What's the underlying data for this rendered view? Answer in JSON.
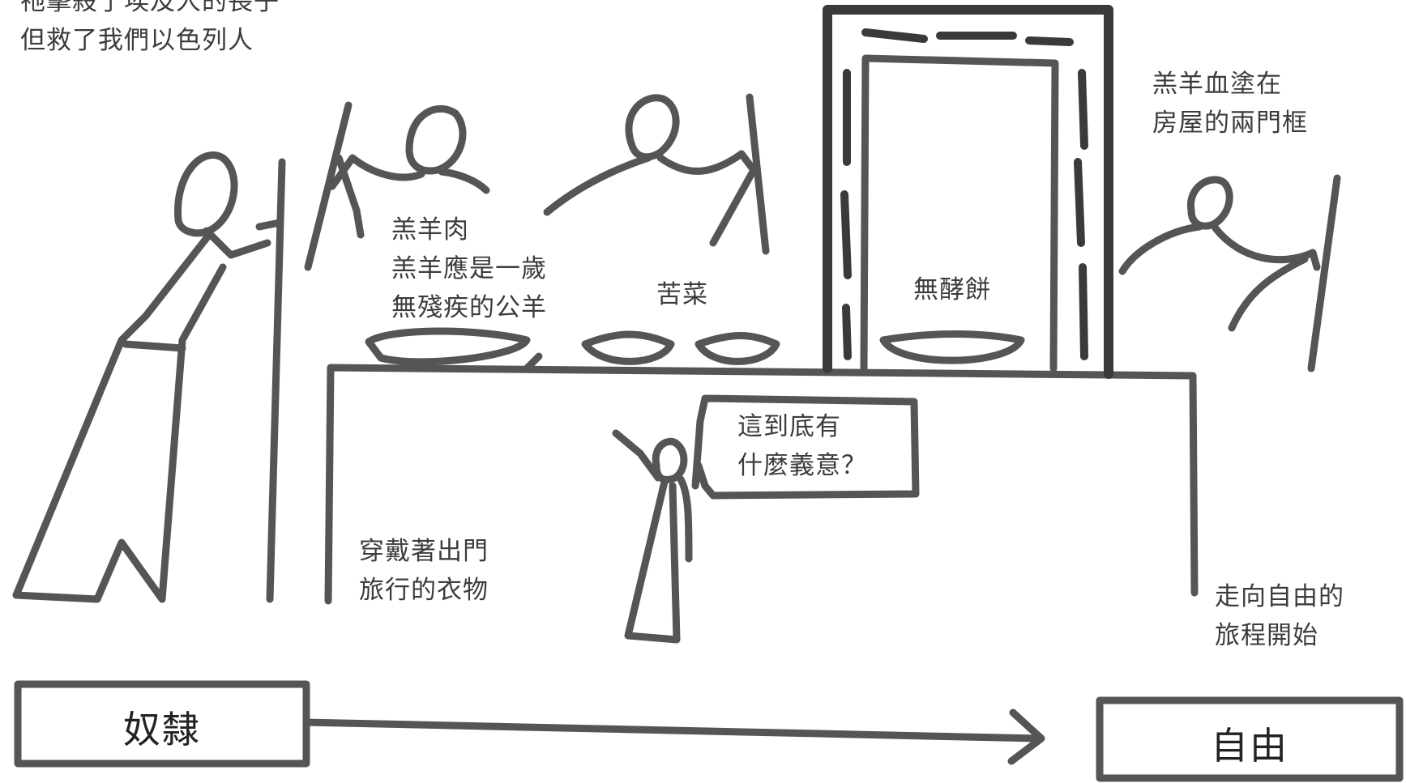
{
  "caption_top": [
    "祂擊殺了埃及人的長子",
    "但救了我們以色列人"
  ],
  "blood_note": [
    "羔羊血塗在",
    "房屋的兩門框"
  ],
  "lamb_note": [
    "羔羊肉",
    "羔羊應是一歲",
    "無殘疾的公羊"
  ],
  "herbs_label": "苦菜",
  "bread_label": "無酵餅",
  "question": [
    "這到底有",
    "什麼義意？"
  ],
  "clothing_note": [
    "穿戴著出門",
    "旅行的衣物"
  ],
  "journey_note": [
    "走向自由的",
    "旅程開始"
  ],
  "from_box": "奴隸",
  "to_box": "自由"
}
